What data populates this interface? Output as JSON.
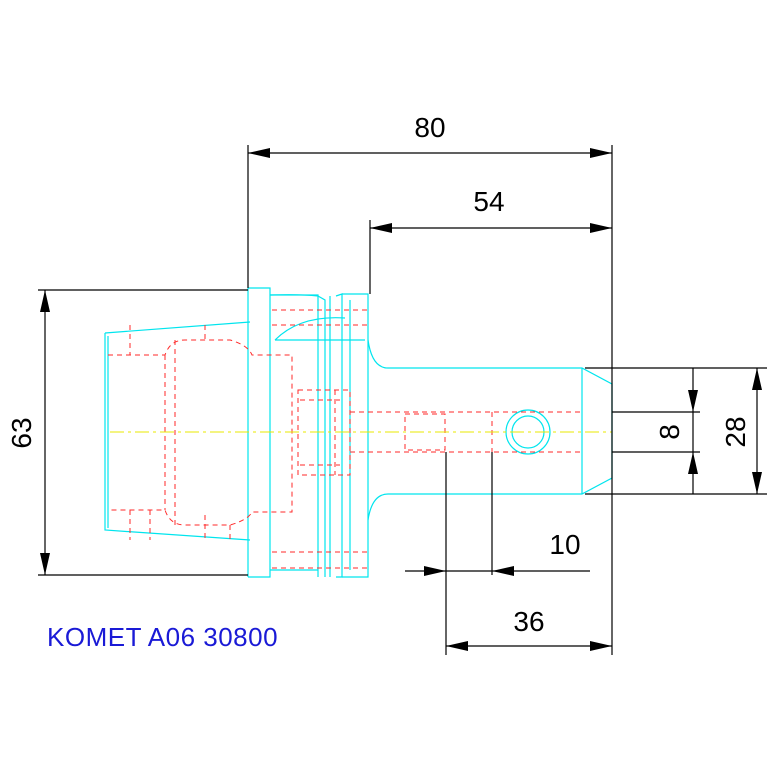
{
  "drawing": {
    "label": "KOMET A06 30800",
    "dimensions": {
      "overall_length": "80",
      "shank_length": "54",
      "flange_diameter": "63",
      "bore_diameter": "8",
      "shank_diameter": "28",
      "hole_offset": "10",
      "hole_position": "36"
    },
    "colors": {
      "outline": "#00e5ee",
      "hidden_lines": "#ff2a2a",
      "center_line": "#e8e800",
      "dimensions": "#000000",
      "label": "#1a1ad6"
    }
  }
}
